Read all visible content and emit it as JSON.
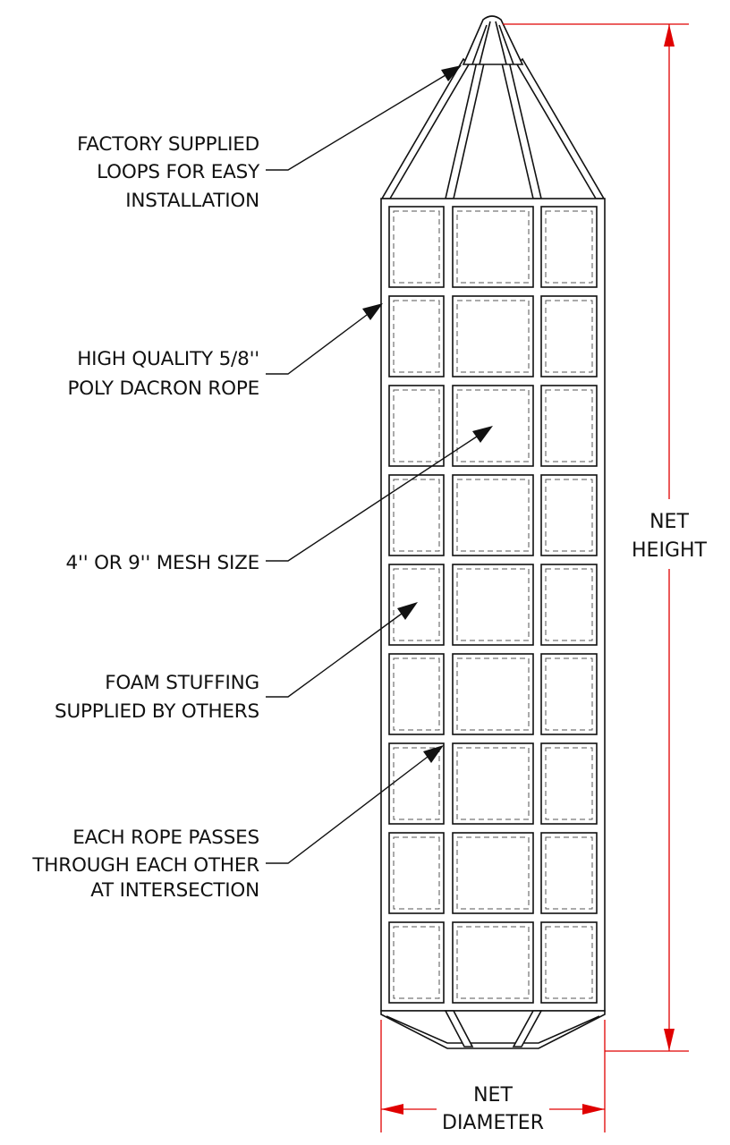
{
  "callouts": [
    {
      "id": "loops",
      "lines": [
        "FACTORY SUPPLIED",
        "LOOPS FOR EASY",
        "INSTALLATION"
      ]
    },
    {
      "id": "rope",
      "lines": [
        "HIGH QUALITY  5/8''",
        "POLY DACRON ROPE"
      ]
    },
    {
      "id": "mesh",
      "lines": [
        "4'' OR 9'' MESH SIZE"
      ]
    },
    {
      "id": "foam",
      "lines": [
        "FOAM STUFFING",
        "SUPPLIED BY OTHERS"
      ]
    },
    {
      "id": "intersection",
      "lines": [
        "EACH ROPE PASSES",
        "THROUGH EACH OTHER",
        "AT INTERSECTION"
      ]
    }
  ],
  "dimensions": {
    "height": {
      "lines": [
        "NET",
        "HEIGHT"
      ]
    },
    "diameter": {
      "lines": [
        "NET",
        "DIAMETER"
      ]
    }
  },
  "colors": {
    "line": "#111111",
    "dimension": "#e00000"
  }
}
